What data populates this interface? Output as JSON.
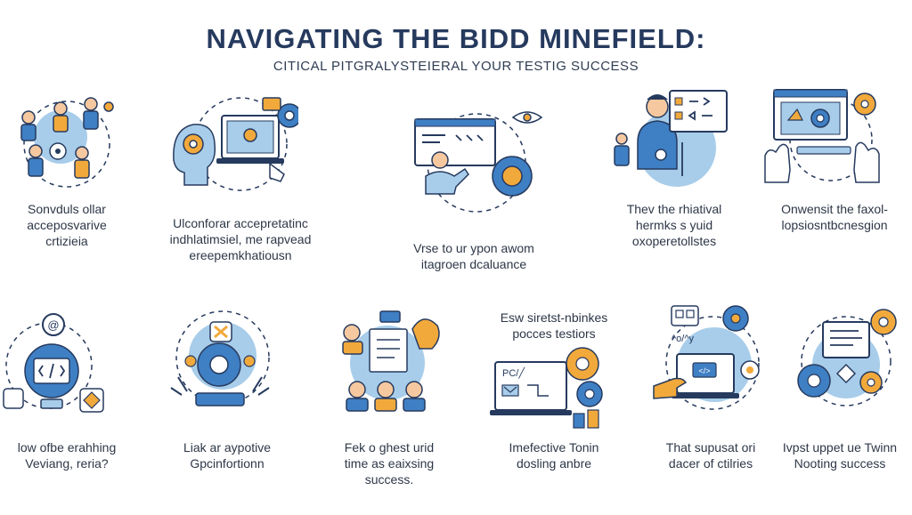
{
  "header": {
    "title": "NAVIGATING THE BIDD MINEFIELD:",
    "subtitle": "CITICAL PITGRALYSTEIERAL YOUR TESTIG SUCCESS"
  },
  "colors": {
    "navy": "#263a5e",
    "blue": "#3f7fc4",
    "light_blue": "#a8cdea",
    "orange": "#f2a93b",
    "skin": "#f6c89f"
  },
  "items": [
    {
      "icon": "team-meeting-icon",
      "lines": [
        "Sonvduls ollar",
        "acceposvarive",
        "crtizieia"
      ]
    },
    {
      "icon": "head-gear-laptop-icon",
      "lines": [
        "Ulconforar accepretatinc",
        "indhlatimsiel, me rapvead",
        "ereepemkhatiousn"
      ]
    },
    {
      "icon": "presentation-eye-icon",
      "lines": [
        "Vrse to ur ypon awom",
        "itagroen dcaluance"
      ]
    },
    {
      "icon": "code-developer-icon",
      "lines": [
        "Thev the rhiatival",
        "hermks s yuid",
        "oxoperetollstes"
      ]
    },
    {
      "icon": "hands-screen-icon",
      "lines": [
        "Onwensit the faxol-",
        "lopsiosntbcnesgion"
      ]
    },
    {
      "icon": "code-lightbulb-icon",
      "lines": [
        "low ofbe erahhing",
        "Veviang, reria?"
      ]
    },
    {
      "icon": "gear-arrows-icon",
      "lines": [
        "Liak ar aypotive",
        "Gpcinfortionn"
      ]
    },
    {
      "icon": "team-document-icon",
      "lines": [
        "Fek o ghest urid",
        "time as eaixsing",
        "success."
      ]
    },
    {
      "icon": "laptop-gears-icon",
      "lines": [
        "Imefective Tonin",
        "dosling anbre"
      ]
    },
    {
      "icon": "laptop-hand-code-icon",
      "lines": [
        "That supusat ori",
        "dacer of ctilries"
      ]
    },
    {
      "icon": "screen-gears-icon",
      "lines": [
        "Ivpst uppet ue Twinn",
        "Nooting success"
      ]
    }
  ],
  "extra_caption": {
    "lines": [
      "Esw siretst-nbinkes",
      "pocces testiors"
    ]
  }
}
